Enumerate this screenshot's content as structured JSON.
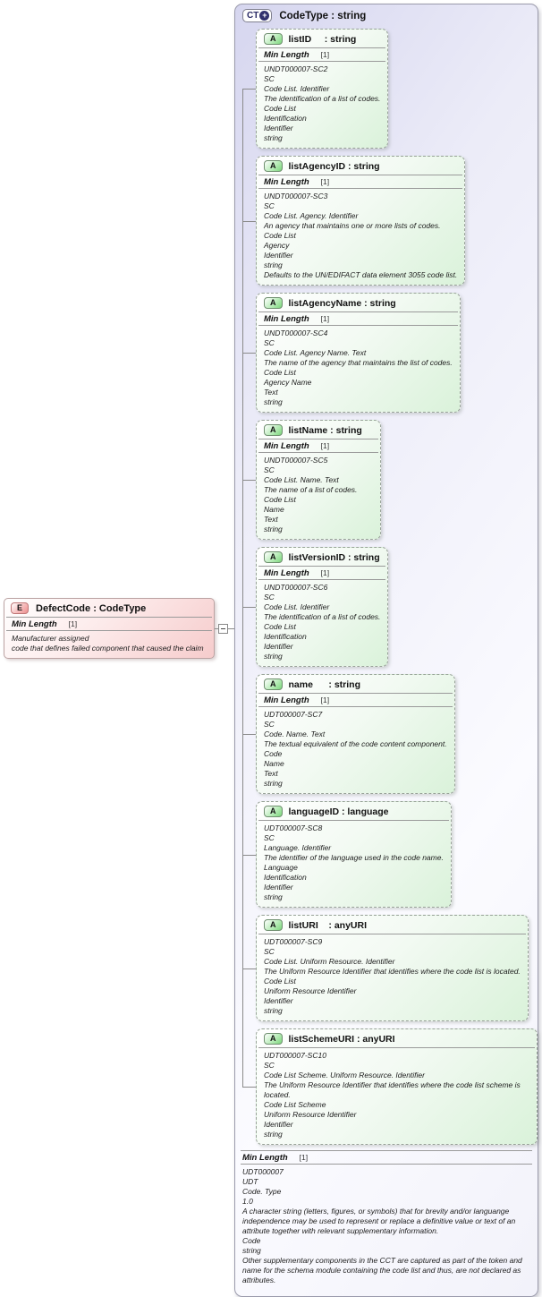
{
  "colors": {
    "complextype_fill": "#e6e6f6",
    "attribute_fill": "#daf2da",
    "element_fill": "#f6cccc",
    "attribute_border": "#98a298",
    "connector": "#8a8a8a",
    "badge_attr_green": "#7bd67b",
    "badge_elem_pink": "#ec8f8f",
    "ct_badge_navy": "#32326e"
  },
  "element": {
    "badge": "E",
    "title": "DefectCode : CodeType",
    "facet": {
      "label": "Min Length",
      "cardinality": "[1]"
    },
    "annotation": "Manufacturer assigned\ncode that defines failed component that caused the claim"
  },
  "ct": {
    "badge": "CT",
    "expand_icon": "+",
    "title": "CodeType : string",
    "attributes": [
      {
        "badge": "A",
        "header": "listID     : string",
        "facet": {
          "label": "Min Length",
          "cardinality": "[1]"
        },
        "annotation": "UNDT000007-SC2\nSC\nCode List. Identifier\nThe identification of a list of codes.\nCode List\nIdentification\nIdentifier\nstring"
      },
      {
        "badge": "A",
        "header": "listAgencyID : string",
        "facet": {
          "label": "Min Length",
          "cardinality": "[1]"
        },
        "annotation": "UNDT000007-SC3\nSC\nCode List. Agency. Identifier\nAn agency that maintains one or more lists of codes.\nCode List\nAgency\nIdentifier\nstring\nDefaults to the UN/EDIFACT data element 3055 code list."
      },
      {
        "badge": "A",
        "header": "listAgencyName : string",
        "facet": {
          "label": "Min Length",
          "cardinality": "[1]"
        },
        "annotation": "UNDT000007-SC4\nSC\nCode List. Agency Name. Text\nThe name of the agency that maintains the list of codes.\nCode List\nAgency Name\nText\nstring"
      },
      {
        "badge": "A",
        "header": "listName : string",
        "facet": {
          "label": "Min Length",
          "cardinality": "[1]"
        },
        "annotation": "UNDT000007-SC5\nSC\nCode List. Name. Text\nThe name of a list of codes.\nCode List\nName\nText\nstring"
      },
      {
        "badge": "A",
        "header": "listVersionID : string",
        "facet": {
          "label": "Min Length",
          "cardinality": "[1]"
        },
        "annotation": "UNDT000007-SC6\nSC\nCode List. Identifier\nThe identification of a list of codes.\nCode List\nIdentification\nIdentifier\nstring"
      },
      {
        "badge": "A",
        "header": "name      : string",
        "facet": {
          "label": "Min Length",
          "cardinality": "[1]"
        },
        "annotation": "UDT000007-SC7\nSC\nCode. Name. Text\nThe textual equivalent of the code content component.\nCode\nName\nText\nstring"
      },
      {
        "badge": "A",
        "header": "languageID : language",
        "annotation": "UDT000007-SC8\nSC\nLanguage. Identifier\nThe identifier of the language used in the code name.\nLanguage\nIdentification\nIdentifier\nstring"
      },
      {
        "badge": "A",
        "header": "listURI    : anyURI",
        "annotation": "UDT000007-SC9\nSC\nCode List. Uniform Resource. Identifier\nThe Uniform Resource Identifier that identifies where the code list is located.\nCode List\nUniform Resource Identifier\nIdentifier\nstring"
      },
      {
        "badge": "A",
        "header": "listSchemeURI : anyURI",
        "annotation": "UDT000007-SC10\nSC\nCode List Scheme. Uniform Resource. Identifier\nThe Uniform Resource Identifier that identifies where the code list scheme is located.\nCode List Scheme\nUniform Resource Identifier\nIdentifier\nstring"
      }
    ],
    "bottom": {
      "facet": {
        "label": "Min Length",
        "cardinality": "[1]"
      },
      "annotation": "UDT000007\nUDT\nCode. Type\n1.0\nA character string (letters, figures, or symbols) that for brevity and/or languange independence may be used to represent or replace a definitive value or text of an attribute together with relevant supplementary information.\nCode\nstring\nOther supplementary components in the CCT are captured as part of the token and name for the schema module containing the code list and thus, are not declared as attributes."
    }
  }
}
